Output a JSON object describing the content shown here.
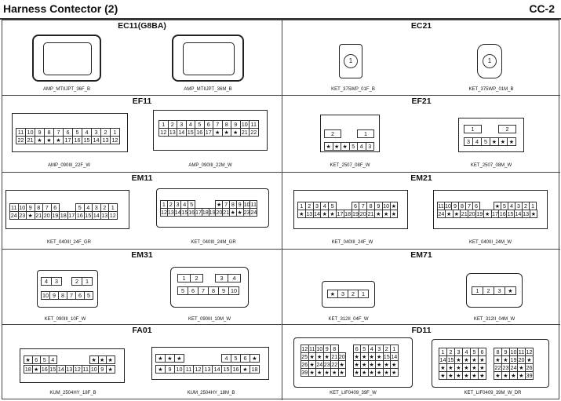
{
  "header": {
    "title": "Harness Contector (2)",
    "code": "CC-2"
  },
  "cells": {
    "ec11": {
      "title": "EC11(G8BA)",
      "cap_left": "AMP_MTIIJPT_36F_B",
      "cap_right": "AMP_MTIIJPT_36M_B"
    },
    "ec21": {
      "title": "EC21",
      "cap_left": "KET_375WP_01F_B",
      "cap_right": "KET_375WP_01M_B",
      "pin_left": "1",
      "pin_right": "1"
    },
    "ef11": {
      "title": "EF11",
      "cap_left": "AMP_090III_22F_W",
      "cap_right": "AMP_090III_22M_W",
      "left_rows": [
        [
          "11",
          "10",
          "9",
          "8",
          "7",
          "6",
          "5",
          "4",
          "3",
          "2",
          "1"
        ],
        [
          "22",
          "21",
          "★",
          "★",
          "★",
          "17",
          "16",
          "15",
          "14",
          "13",
          "12"
        ]
      ],
      "right_rows": [
        [
          "1",
          "2",
          "3",
          "4",
          "5",
          "6",
          "7",
          "8",
          "9",
          "10",
          "11"
        ],
        [
          "12",
          "13",
          "14",
          "15",
          "16",
          "17",
          "★",
          "★",
          "★",
          "21",
          "22"
        ]
      ]
    },
    "ef21": {
      "title": "EF21",
      "cap_left": "KET_2507_08F_W",
      "cap_right": "KET_2507_08M_W",
      "left_top": [
        "2",
        "",
        "1"
      ],
      "left_bottom": [
        "★",
        "★",
        "★",
        "5",
        "4",
        "3"
      ],
      "right_top": [
        "1",
        "",
        "2"
      ],
      "right_bottom": [
        "3",
        "4",
        "5",
        "★",
        "★",
        "★"
      ]
    },
    "em11": {
      "title": "EM11",
      "cap_left": "KET_040III_24F_GR",
      "cap_right": "KET_040III_24M_GR",
      "left_rows": [
        [
          "11",
          "10",
          "9",
          "8",
          "7",
          "6",
          "",
          "",
          "5",
          "4",
          "3",
          "2",
          "1"
        ],
        [
          "24",
          "23",
          "★",
          "21",
          "20",
          "19",
          "18",
          "17",
          "16",
          "15",
          "14",
          "13",
          "12"
        ]
      ],
      "right_rows": [
        [
          "1",
          "2",
          "3",
          "4",
          "5",
          "",
          "",
          "",
          "★",
          "7",
          "8",
          "9",
          "10",
          "11"
        ],
        [
          "12",
          "13",
          "14",
          "15",
          "16",
          "17",
          "18",
          "19",
          "20",
          "21",
          "★",
          "★",
          "23",
          "24"
        ]
      ]
    },
    "em21": {
      "title": "EM21",
      "cap_left": "KET_040III_24F_W",
      "cap_right": "KET_040III_24M_W",
      "left_rows": [
        [
          "1",
          "2",
          "3",
          "4",
          "5",
          "",
          "",
          "6",
          "7",
          "8",
          "9",
          "10",
          "★"
        ],
        [
          "★",
          "13",
          "14",
          "★",
          "★",
          "17",
          "18",
          "19",
          "20",
          "21",
          "★",
          "★",
          "★"
        ]
      ],
      "right_rows": [
        [
          "11",
          "10",
          "9",
          "8",
          "7",
          "6",
          "",
          "",
          "★",
          "5",
          "4",
          "3",
          "2",
          "1"
        ],
        [
          "24",
          "★",
          "★",
          "21",
          "20",
          "19",
          "★",
          "17",
          "16",
          "15",
          "14",
          "13",
          "★"
        ]
      ]
    },
    "em31": {
      "title": "EM31",
      "cap_left": "KET_090III_10F_W",
      "cap_right": "KET_090III_10M_W",
      "left_top": [
        "4",
        "3",
        "",
        "2",
        "1"
      ],
      "left_bottom": [
        "10",
        "9",
        "8",
        "7",
        "6",
        "5"
      ],
      "right_top": [
        "1",
        "2",
        "",
        "3",
        "4"
      ],
      "right_bottom": [
        "5",
        "6",
        "7",
        "8",
        "9",
        "10"
      ]
    },
    "em71": {
      "title": "EM71",
      "cap_left": "KET_312II_04F_W",
      "cap_right": "KET_312II_04M_W",
      "left_row": [
        "★",
        "3",
        "2",
        "1"
      ],
      "right_row": [
        "1",
        "2",
        "3",
        "★"
      ]
    },
    "fa01": {
      "title": "FA01",
      "cap_left": "KUM_2504HY_18F_B",
      "cap_right": "KUM_2504HY_18M_B",
      "left_top": [
        "★",
        "6",
        "5",
        "4",
        "",
        "",
        "",
        "",
        "★",
        "★",
        "★"
      ],
      "left_bottom": [
        "18",
        "★",
        "16",
        "15",
        "14",
        "13",
        "12",
        "11",
        "10",
        "9",
        "★"
      ],
      "right_top": [
        "★",
        "★",
        "★",
        "",
        "",
        "",
        "",
        "4",
        "5",
        "6",
        "★"
      ],
      "right_bottom": [
        "★",
        "9",
        "10",
        "11",
        "12",
        "13",
        "14",
        "15",
        "16",
        "★",
        "18"
      ]
    },
    "fd11": {
      "title": "FD11",
      "cap_left": "KET_LIF0409_39F_W",
      "cap_right": "KET_LIF0409_39M_W_DR",
      "left_rows": [
        [
          "12",
          "11",
          "10",
          "9",
          "8",
          "",
          "",
          "6",
          "5",
          "4",
          "3",
          "2",
          "1"
        ],
        [
          "25",
          "★",
          "★",
          "★",
          "21",
          "20",
          "",
          "★",
          "★",
          "★",
          "★",
          "15",
          "14"
        ],
        [
          "26",
          "★",
          "24",
          "23",
          "22",
          "★",
          "",
          "★",
          "★",
          "★",
          "★",
          "★",
          "★"
        ],
        [
          "39",
          "★",
          "★",
          "★",
          "★",
          "★",
          "",
          "★",
          "★",
          "★",
          "★",
          "★",
          "★"
        ]
      ],
      "right_rows": [
        [
          "1",
          "2",
          "3",
          "4",
          "5",
          "6",
          "",
          "8",
          "9",
          "10",
          "11",
          "12"
        ],
        [
          "14",
          "15",
          "★",
          "★",
          "★",
          "★",
          "",
          "★",
          "★",
          "19",
          "20",
          "★"
        ],
        [
          "★",
          "★",
          "★",
          "★",
          "★",
          "★",
          "",
          "22",
          "23",
          "24",
          "★",
          "26"
        ],
        [
          "★",
          "★",
          "★",
          "★",
          "★",
          "★",
          "",
          "★",
          "★",
          "★",
          "★",
          "39"
        ]
      ]
    }
  }
}
